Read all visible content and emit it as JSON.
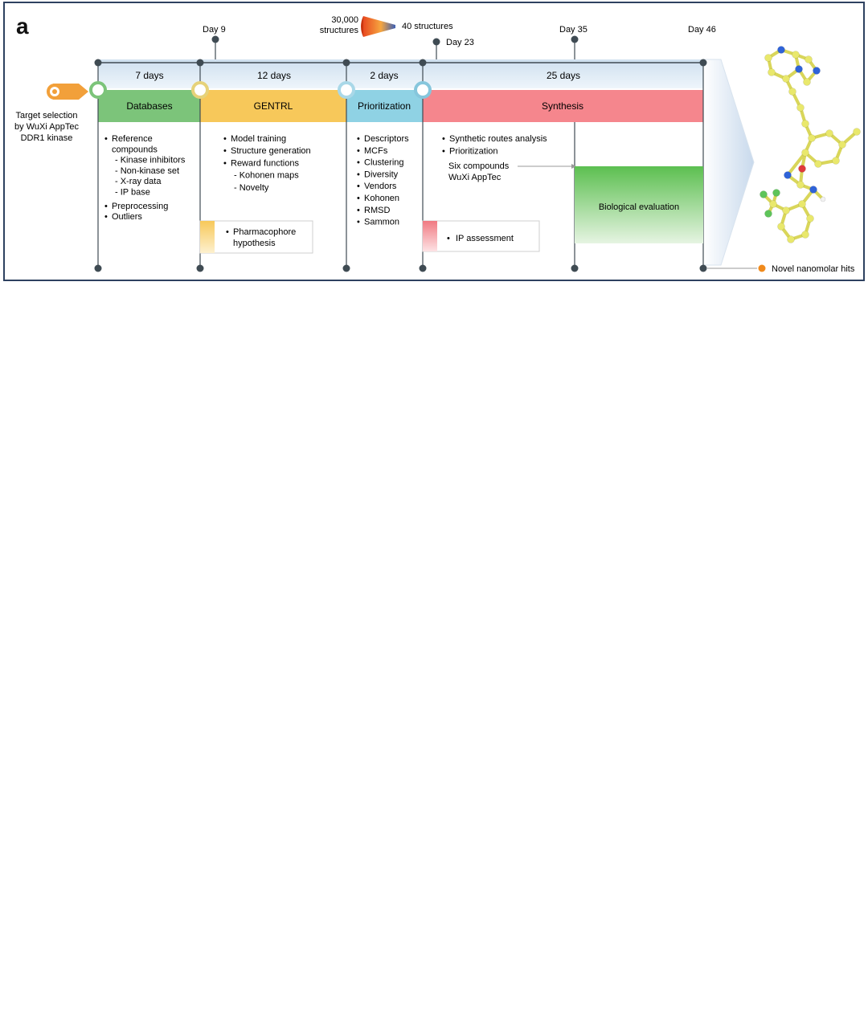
{
  "panel_a": {
    "letter": "a",
    "funnel": {
      "input": [
        "30,000",
        "structures"
      ],
      "output": "40 structures"
    },
    "days": [
      {
        "label": "Day 9"
      },
      {
        "label": "Day 23"
      },
      {
        "label": "Day 35"
      },
      {
        "label": "Day 46"
      }
    ],
    "durations": [
      "7 days",
      "12 days",
      "2 days",
      "25 days"
    ],
    "phases": [
      {
        "label": "Databases",
        "color": "#7cc47a"
      },
      {
        "label": "GENTRL",
        "color": "#f7c85a"
      },
      {
        "label": "Prioritization",
        "color": "#8fd2e4"
      },
      {
        "label": "Synthesis",
        "color": "#f5868d"
      }
    ],
    "target": [
      "Target selection",
      "by WuXi AppTec",
      "DDR1 kinase"
    ],
    "databases_list": [
      {
        "text": "Reference",
        "bullet": true
      },
      {
        "text": "compounds",
        "bullet": false
      },
      {
        "text": "- Kinase inhibitors",
        "bullet": false
      },
      {
        "text": "- Non-kinase set",
        "bullet": false
      },
      {
        "text": "- X-ray data",
        "bullet": false
      },
      {
        "text": "- IP base",
        "bullet": false
      },
      {
        "text": "Preprocessing",
        "bullet": true
      },
      {
        "text": "Outliers",
        "bullet": true
      }
    ],
    "gentrl_list": [
      {
        "text": "Model training",
        "bullet": true
      },
      {
        "text": "Structure generation",
        "bullet": true
      },
      {
        "text": "Reward functions",
        "bullet": true
      },
      {
        "text": "- Kohonen maps",
        "bullet": false
      },
      {
        "text": "- Novelty",
        "bullet": false
      }
    ],
    "pharmacophore": [
      "Pharmacophore",
      "hypothesis"
    ],
    "prioritization_list": [
      "Descriptors",
      "MCFs",
      "Clustering",
      "Diversity",
      "Vendors",
      "Kohonen",
      "RMSD",
      "Sammon"
    ],
    "synthesis_list": [
      "Synthetic routes analysis",
      "Prioritization"
    ],
    "six_compounds": [
      "Six compounds",
      "WuXi AppTec"
    ],
    "ip_assessment": "IP assessment",
    "bio_eval": "Biological evaluation",
    "hits_legend": "Novel nanomolar hits",
    "colors": {
      "frame": "#2e4160",
      "timeline": "#3f4b53",
      "target_orange": "#f2a03a",
      "hits": "#f08a1c",
      "bio_green": "#5cbf50",
      "atom_yellow": "#e9e86c",
      "atom_blue": "#2f63d8",
      "atom_red": "#e03a3a",
      "atom_green": "#5ec45a"
    },
    "molecule_icons": [
      "yellow-atom",
      "blue-atom",
      "red-atom",
      "green-atom"
    ]
  }
}
